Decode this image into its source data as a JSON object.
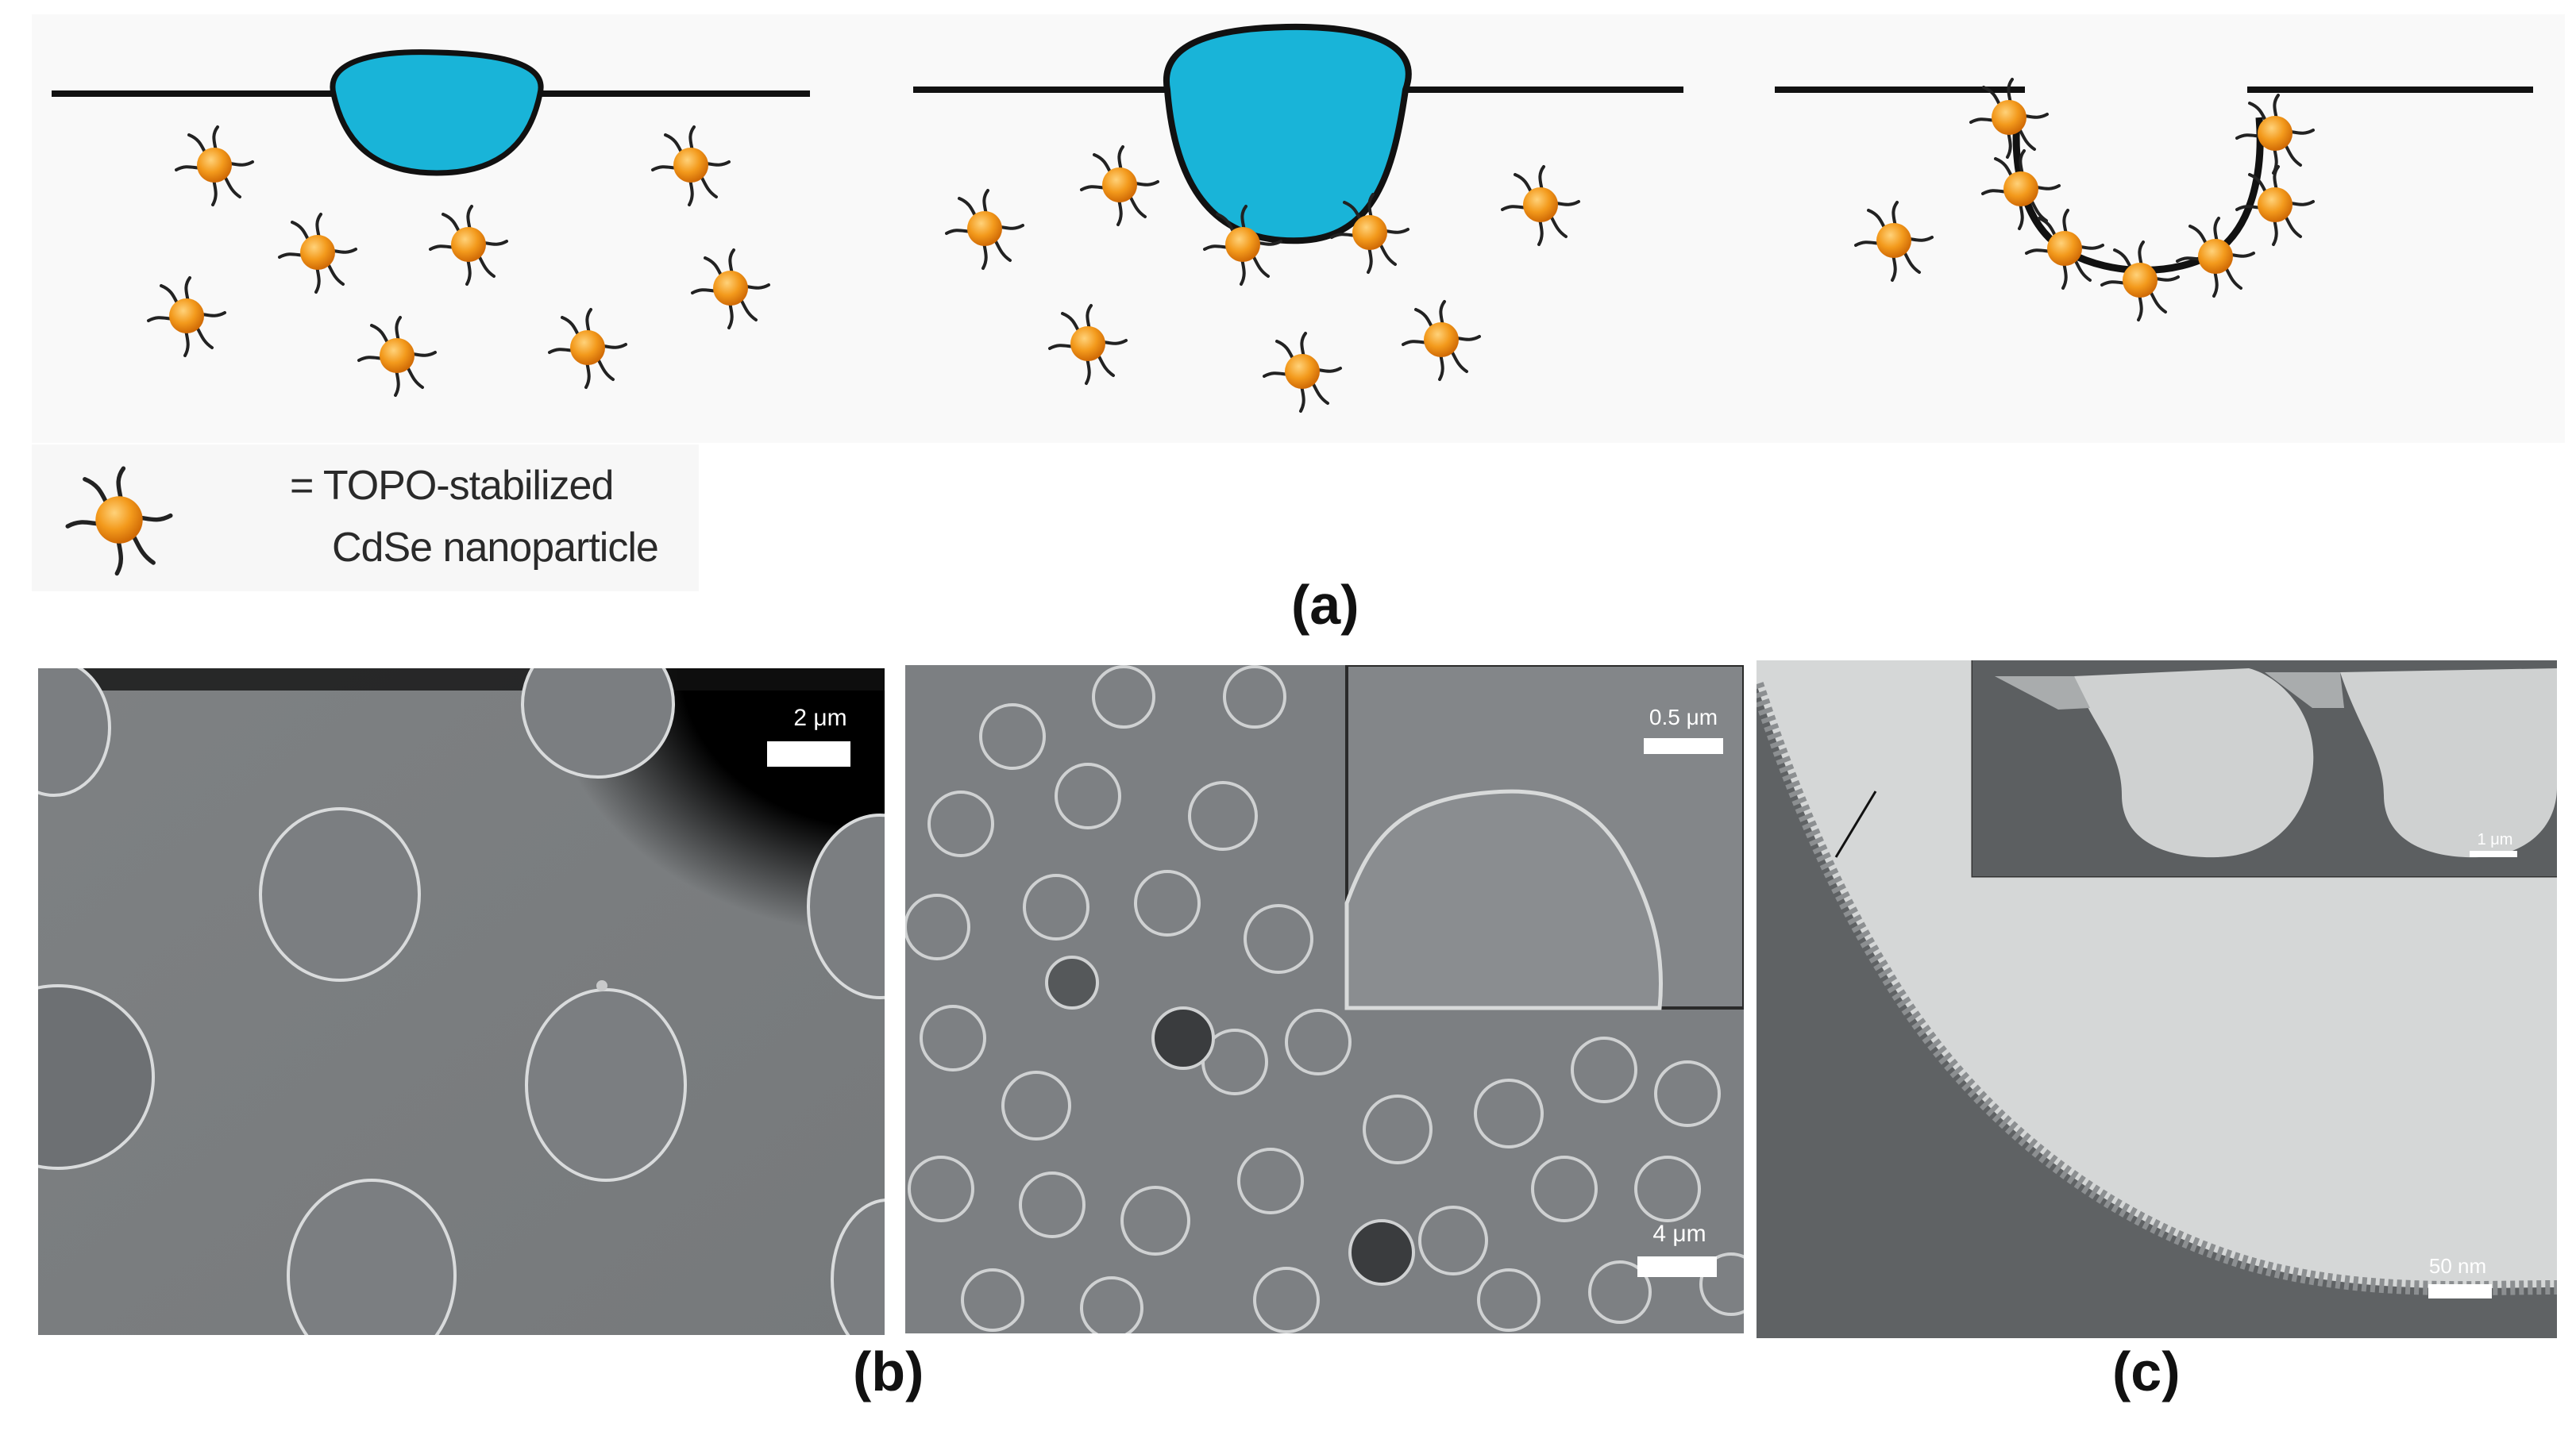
{
  "legend": {
    "line1": "= TOPO-stabilized",
    "line2": "CdSe nanoparticle"
  },
  "captions": {
    "a": "(a)",
    "b": "(b)",
    "c": "(c)"
  },
  "scale_bars": {
    "b_left": "2 μm",
    "b_inset": "0.5 μm",
    "b_main": "4 μm",
    "c_inset": "1 μm",
    "c_main": "50 nm"
  },
  "colors": {
    "droplet": "#19b4d8",
    "particle_core": "#f08a10",
    "ligand": "#222222",
    "sem_gray": "#7a7d80",
    "tem_light": "#d6d8d8",
    "tem_dark": "#5d6062"
  }
}
